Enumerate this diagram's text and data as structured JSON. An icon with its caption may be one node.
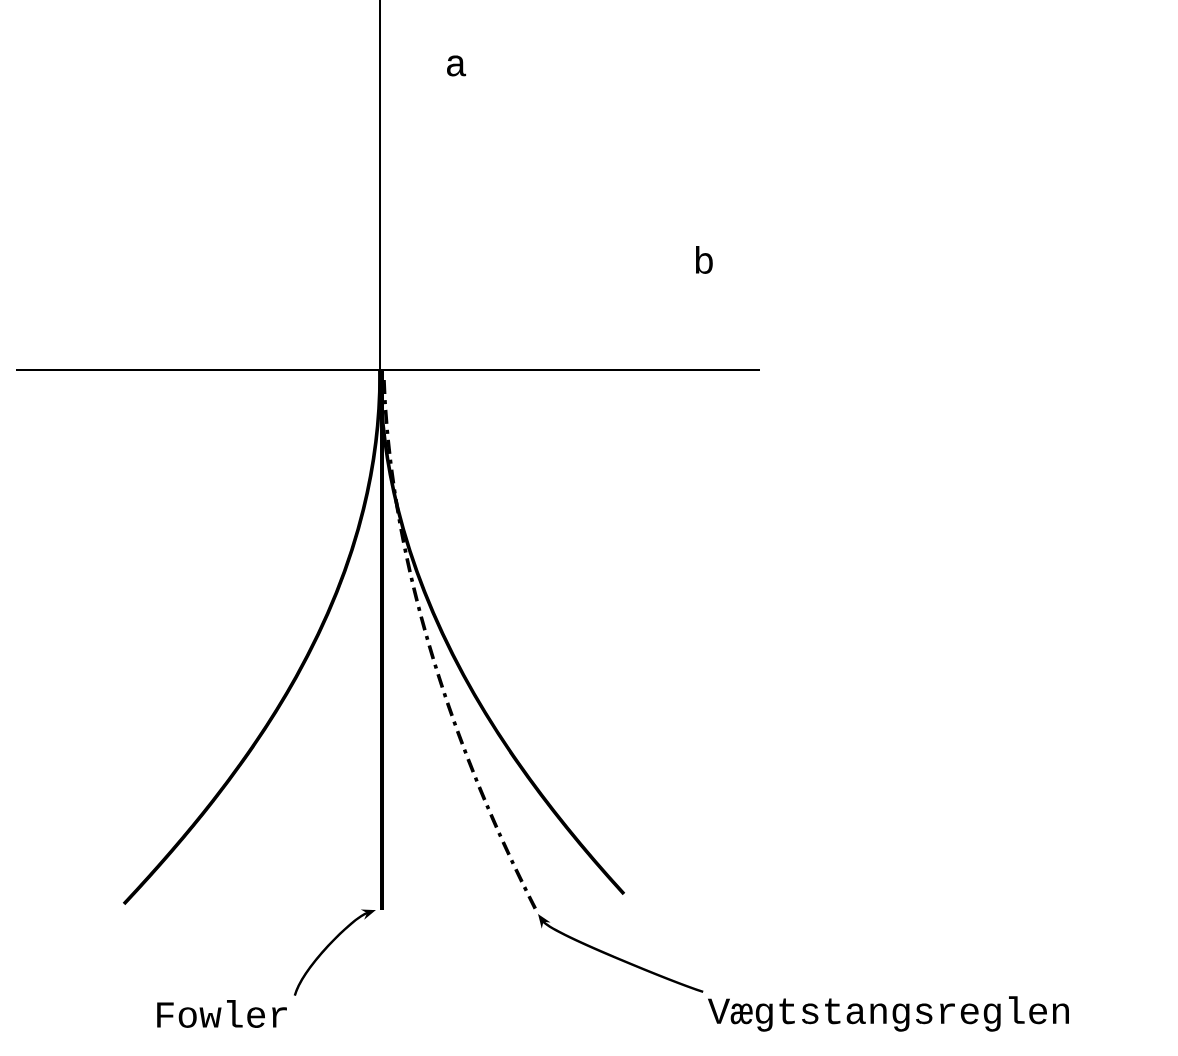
{
  "diagram": {
    "nodes": [
      {
        "text": [
          "Fowler"
        ]
      },
      {
        "text": [
          "Vægtstangsreglen"
        ]
      },
      {
        "text": [],
        "shape": "line"
      },
      {
        "text": [],
        "shape": "curve"
      }
    ],
    "edges": [
      {
        "from": 0,
        "to": 2,
        "arrow": "to"
      },
      {
        "from": 1,
        "to": 3,
        "arrow": "to"
      }
    ],
    "labels": [
      "a",
      "b"
    ]
  }
}
